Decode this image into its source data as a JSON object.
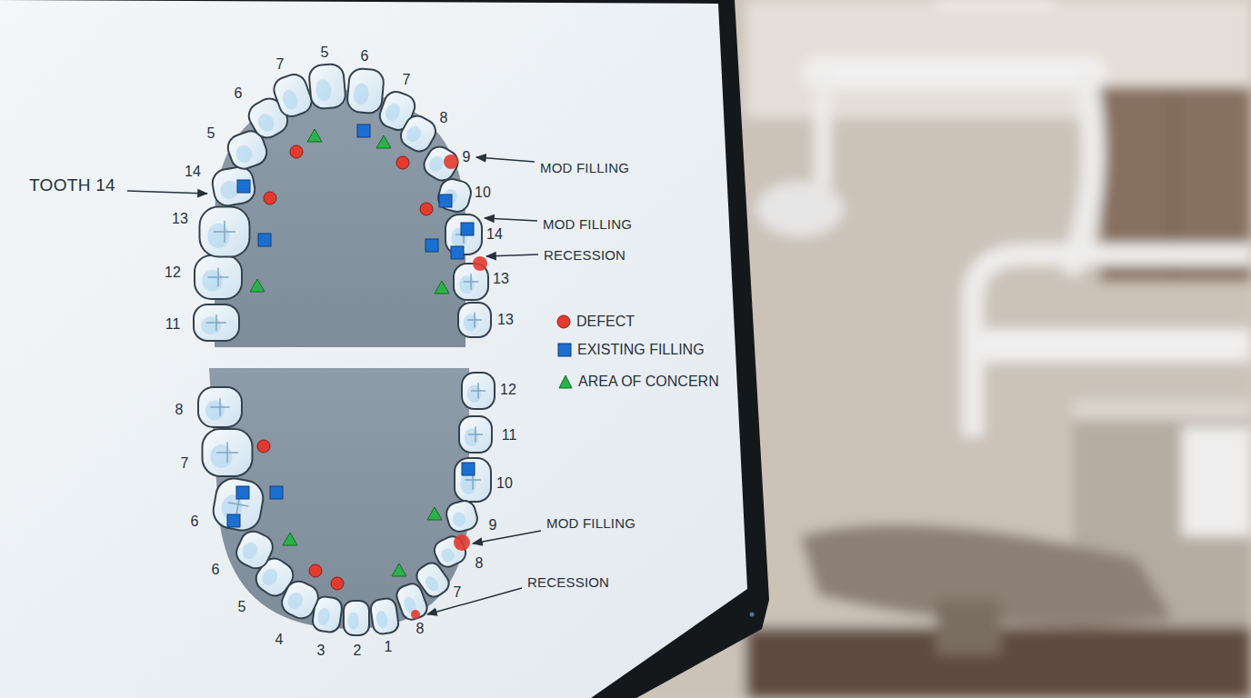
{
  "diagram": {
    "labels": [
      "7",
      "5",
      "6",
      "7",
      "6",
      "8",
      "5",
      "9",
      "TOOTH 14",
      "14",
      "10",
      "MOD FILLING",
      "13",
      "MOD FILLING",
      "14",
      "RECESSION",
      "12",
      "13",
      "11",
      "13",
      "12",
      "8",
      "11",
      "7",
      "10",
      "6",
      "9",
      "MOD FILLING",
      "8",
      "6",
      "RECESSION",
      "7",
      "5",
      "4",
      "3",
      "2",
      "1",
      "8"
    ],
    "legend": [
      {
        "text": "DEFECT",
        "color": "#e23a2f"
      },
      {
        "text": "EXISTING FILLING",
        "color": "#1b6fd1"
      },
      {
        "text": "AREA OF CONCERN",
        "color": "#2bb34a"
      }
    ]
  }
}
